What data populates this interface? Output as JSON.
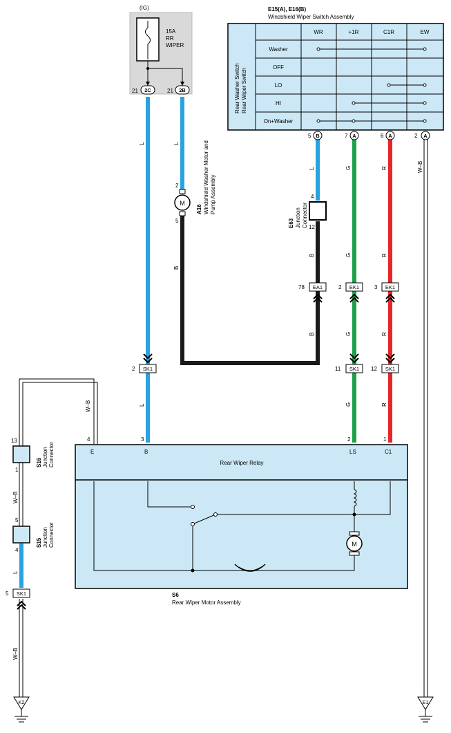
{
  "fuse": {
    "supply": "(IG)",
    "rating": "15A",
    "name1": "RR",
    "name2": "WIPER"
  },
  "ig_pins": {
    "left_num": "21",
    "left_conn": "2C",
    "right_num": "21",
    "right_conn": "2B"
  },
  "switch": {
    "ref": "E15(A), E16(B)",
    "name": "Windshield Wiper Switch Assembly",
    "side1": "Rear Washer Switch",
    "side2": "Rear Wiper Switch",
    "columns": [
      "WR",
      "+1R",
      "C1R",
      "EW"
    ],
    "rows": [
      "Washer",
      "OFF",
      "LO",
      "HI",
      "On+Washer"
    ],
    "pins": [
      {
        "num": "5",
        "conn": "B"
      },
      {
        "num": "7",
        "conn": "A"
      },
      {
        "num": "6",
        "conn": "A"
      },
      {
        "num": "2",
        "conn": "A"
      }
    ]
  },
  "washer_motor": {
    "ref": "A16",
    "name1": "Windshield Washer Motor and",
    "name2": "Pump Assembly",
    "pin_top": "2",
    "pin_bottom": "5",
    "symbol": "M"
  },
  "e63": {
    "ref": "E63",
    "name1": "Junction",
    "name2": "Connector",
    "pin_top": "4",
    "pin_bottom": "12"
  },
  "wire_labels": {
    "l": "L",
    "b": "B",
    "g": "G",
    "r": "R",
    "wb": "W–B"
  },
  "ea1": {
    "num": "78",
    "name": "EA1"
  },
  "ek1_g": {
    "num": "2",
    "name": "EK1"
  },
  "ek1_r": {
    "num": "3",
    "name": "EK1"
  },
  "sk1_b": {
    "num": "2",
    "name": "SK1"
  },
  "sk1_g": {
    "num": "11",
    "name": "SK1"
  },
  "sk1_r": {
    "num": "12",
    "name": "SK1"
  },
  "sk1_l": {
    "num": "5",
    "name": "SK1"
  },
  "s16": {
    "ref": "S16",
    "name1": "Junction",
    "name2": "Connector",
    "pin_top": "13",
    "pin_bottom": "1"
  },
  "s15": {
    "ref": "S15",
    "name1": "Junction",
    "name2": "Connector",
    "pin_top": "5",
    "pin_bottom": "4"
  },
  "relay": {
    "name": "Rear Wiper Relay",
    "terminals": [
      {
        "num": "4",
        "label": "E"
      },
      {
        "num": "3",
        "label": "B"
      },
      {
        "num": "2",
        "label": "LS"
      },
      {
        "num": "1",
        "label": "C1"
      }
    ],
    "motor_symbol": "M"
  },
  "motor_assy": {
    "ref": "S6",
    "name": "Rear Wiper Motor Assembly"
  },
  "grounds": {
    "left": "K2",
    "right": "E1"
  }
}
